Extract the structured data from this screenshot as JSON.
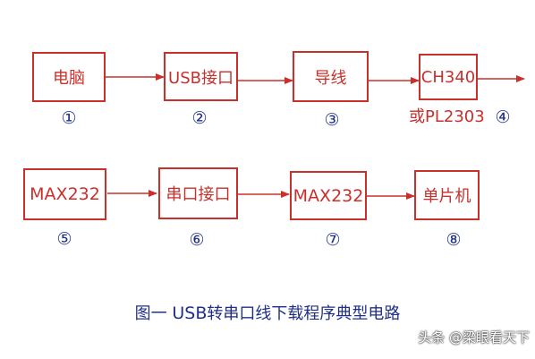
{
  "row1": {
    "boxes": [
      {
        "label": "电脑",
        "num": "①"
      },
      {
        "label": "USB接口",
        "num": "②"
      },
      {
        "label": "导线",
        "num": "③"
      },
      {
        "label": "CH340",
        "num": "④",
        "sub": "或PL2303"
      }
    ]
  },
  "row2": {
    "boxes": [
      {
        "label": "MAX232",
        "num": "⑤"
      },
      {
        "label": "串口接口",
        "num": "⑥"
      },
      {
        "label": "MAX232",
        "num": "⑦"
      },
      {
        "label": "单片机",
        "num": "⑧"
      }
    ]
  },
  "caption": {
    "prefix": "图一 ",
    "usb": "USB",
    "rest": "转串口线下载程序典型电路"
  },
  "watermark": "头条 @梁眼看天下",
  "colors": {
    "box_border": "#c9302c",
    "box_text": "#c9302c",
    "number_text": "#1f2f86",
    "caption_text": "#1f2f86",
    "arrow": "#c9302c"
  }
}
